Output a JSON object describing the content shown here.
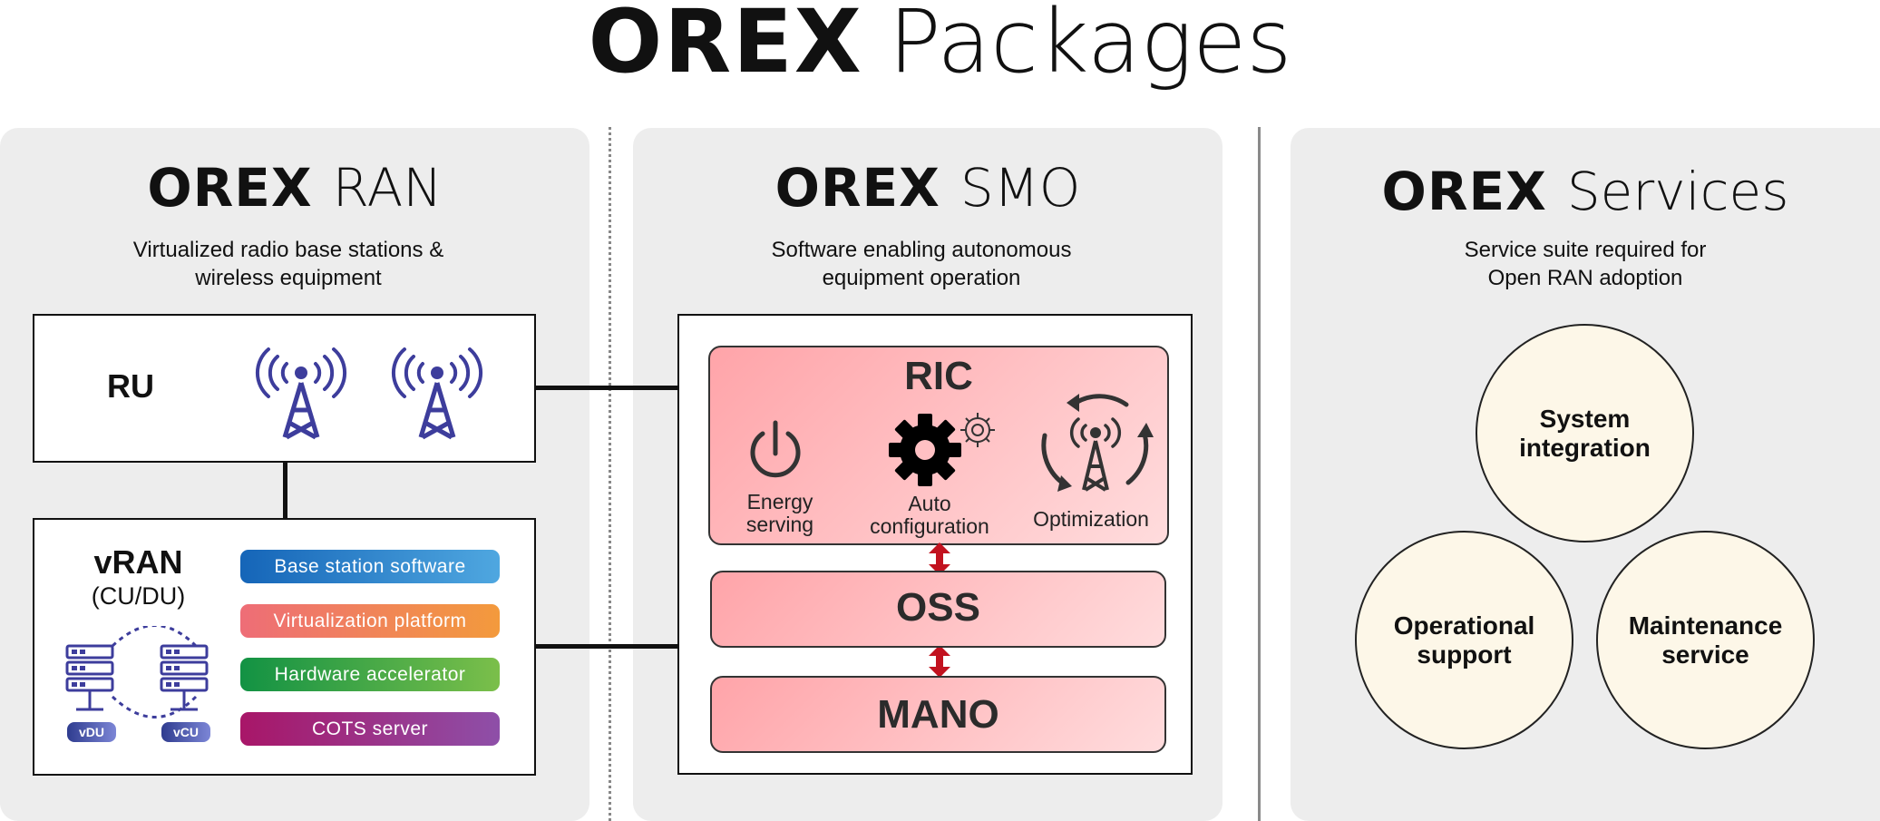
{
  "title": {
    "brand": "OREX",
    "word": "Packages"
  },
  "ran": {
    "brand": "OREX",
    "word": "RAN",
    "subtitle_line1": "Virtualized radio base stations &",
    "subtitle_line2": "wireless equipment",
    "ru_label": "RU",
    "vran_title": "vRAN",
    "vran_sub": "(CU/DU)",
    "vdu_label": "vDU",
    "vcu_label": "vCU",
    "pills": [
      "Base station software",
      "Virtualization platform",
      "Hardware accelerator",
      "COTS server"
    ]
  },
  "smo": {
    "brand": "OREX",
    "word": "SMO",
    "subtitle_line1": "Software enabling autonomous",
    "subtitle_line2": "equipment operation",
    "ric_label": "RIC",
    "energy_line1": "Energy",
    "energy_line2": "serving",
    "auto_line1": "Auto",
    "auto_line2": "configuration",
    "optimization": "Optimization",
    "oss_label": "OSS",
    "mano_label": "MANO"
  },
  "services": {
    "brand": "OREX",
    "word": "Services",
    "subtitle_line1": "Service suite required for",
    "subtitle_line2": "Open RAN adoption",
    "system_line1": "System",
    "system_line2": "integration",
    "operational_line1": "Operational",
    "operational_line2": "support",
    "maintenance_line1": "Maintenance",
    "maintenance_line2": "service"
  },
  "colors": {
    "panel_bg": "#ededed",
    "tower": "#3d3d9c",
    "arrow": "#c2121f",
    "circle_fill": "#fdf7e8"
  }
}
